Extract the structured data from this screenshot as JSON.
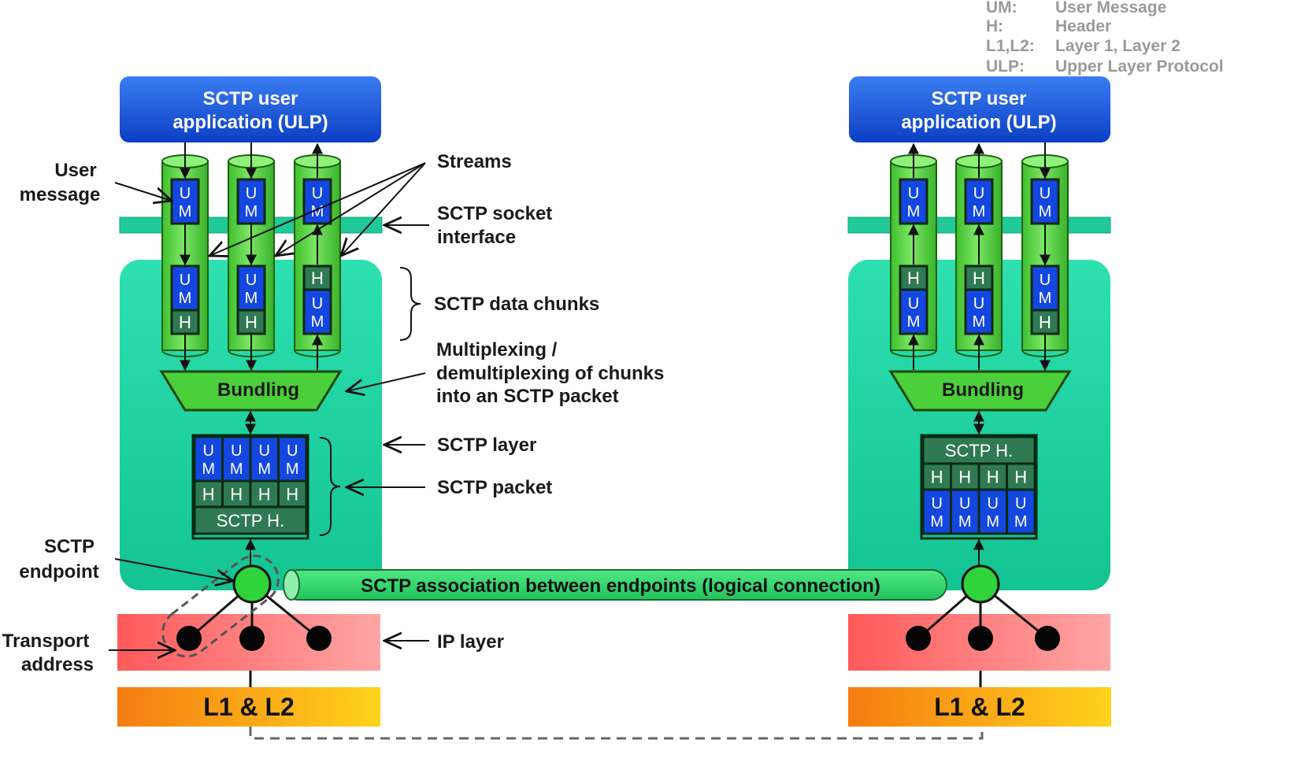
{
  "legend": [
    {
      "abbr": "UM:",
      "meaning": "User Message"
    },
    {
      "abbr": "H:",
      "meaning": "Header"
    },
    {
      "abbr": "L1,L2:",
      "meaning": "Layer 1, Layer 2"
    },
    {
      "abbr": "ULP:",
      "meaning": "Upper Layer Protocol"
    }
  ],
  "ulp": {
    "line1": "SCTP user",
    "line2": "application (ULP)"
  },
  "chunk": {
    "u": "U",
    "m": "M",
    "h": "H"
  },
  "bundling": "Bundling",
  "sctp_header": "SCTP H.",
  "l1l2": "L1 & L2",
  "association": "SCTP association between endpoints (logical connection)",
  "labels": {
    "user_message": [
      "User",
      "message"
    ],
    "streams": "Streams",
    "socket_interface": [
      "SCTP socket",
      "interface"
    ],
    "data_chunks": "SCTP data chunks",
    "multiplexing": [
      "Multiplexing /",
      "demultiplexing of chunks",
      "into an SCTP packet"
    ],
    "sctp_layer": "SCTP layer",
    "sctp_packet": "SCTP packet",
    "sctp_endpoint": [
      "SCTP",
      "endpoint"
    ],
    "transport_address": [
      "Transport",
      "address"
    ],
    "ip_layer": "IP layer"
  },
  "colors": {
    "ulp_blue": "#1a55d6",
    "layer_teal": "#1fd3a2",
    "stream_green": "#52d63f",
    "um_blue": "#1447e0",
    "header_green": "#2f7a52",
    "ip_red": "#f26a6a",
    "l1l2_orange": "#f79a10"
  }
}
